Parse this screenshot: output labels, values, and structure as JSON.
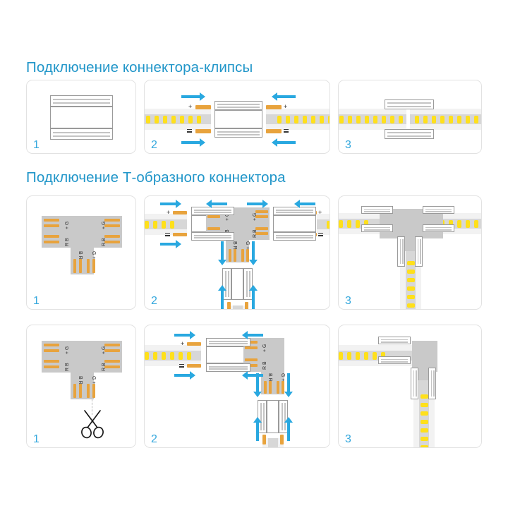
{
  "document": {
    "language": "ru",
    "background_color": "#ffffff",
    "accent_color": "#2196c9",
    "arrow_color": "#29a8e0",
    "pad_color": "#e8a33d",
    "led_color": "#ffe01b",
    "pcb_color": "#c9c9c9"
  },
  "sections": [
    {
      "id": "clip-connector",
      "title": "Подключение коннектора-клипсы",
      "steps": [
        {
          "number": "1",
          "caption": "",
          "content": "clip connector shown open with two clamp bars"
        },
        {
          "number": "2",
          "caption": "",
          "content": "two LED strips slide into the clip connector from both sides",
          "polarity_labels": [
            "+",
            "−",
            "+",
            "−"
          ],
          "arrow_directions": [
            "right",
            "right",
            "left",
            "left"
          ]
        },
        {
          "number": "3",
          "caption": "",
          "content": "clip closed, strips joined in a straight line"
        }
      ]
    },
    {
      "id": "t-connector",
      "title": "Подключение Т-образного коннектора",
      "rows": [
        {
          "id": "t-shape",
          "steps": [
            {
              "number": "1",
              "content": "T-shaped RGB connector board with contact pads",
              "pad_labels": [
                "B",
                "R",
                "G",
                "+"
              ]
            },
            {
              "number": "2",
              "content": "three LED strips and clips align to the three arms of the T connector",
              "pad_labels": [
                "B",
                "R",
                "G",
                "+"
              ],
              "polarity_labels": [
                "+",
                "−",
                "+",
                "−"
              ],
              "arrow_directions": [
                "right",
                "right",
                "left",
                "left",
                "down",
                "down",
                "up",
                "up"
              ]
            },
            {
              "number": "3",
              "content": "assembled T junction with all three strips connected"
            }
          ]
        },
        {
          "id": "l-shape",
          "steps": [
            {
              "number": "1",
              "content": "T-shaped connector with a cut line and scissors to remove one arm",
              "pad_labels": [
                "B",
                "R",
                "G",
                "+"
              ],
              "icon": "scissors-icon"
            },
            {
              "number": "2",
              "content": "L-shaped corner connector with strips and clips approaching",
              "pad_labels": [
                "B",
                "R",
                "G",
                "+"
              ],
              "polarity_labels": [
                "+",
                "−"
              ],
              "arrow_directions": [
                "right",
                "right",
                "left",
                "left",
                "down",
                "down",
                "up",
                "up"
              ]
            },
            {
              "number": "3",
              "content": "assembled corner junction with two strips connected"
            }
          ]
        }
      ]
    }
  ]
}
